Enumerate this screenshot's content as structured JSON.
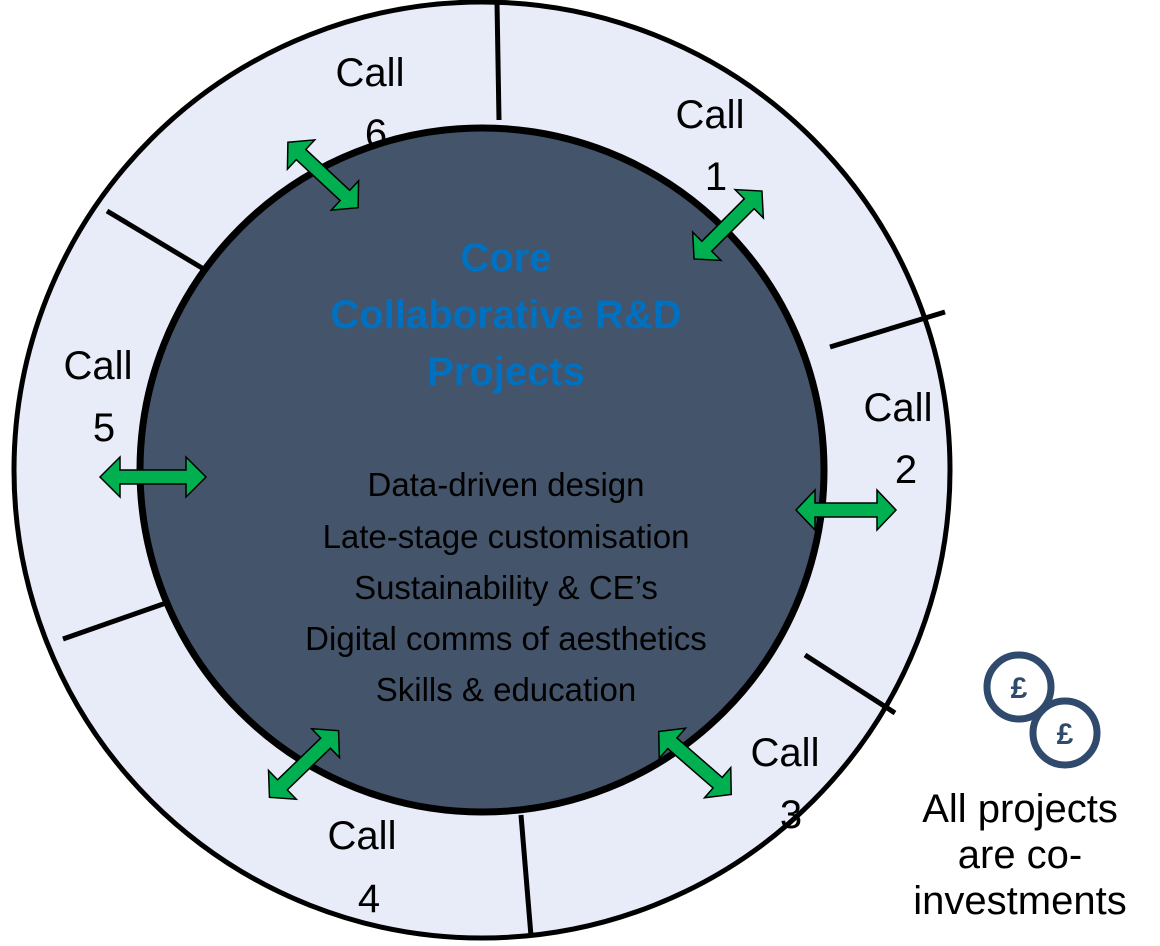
{
  "colors": {
    "ring_fill": "#e8ecf8",
    "core_fill": "#44546a",
    "core_title": "#0070c0",
    "arrow_fill": "#00b050",
    "outline": "#000000",
    "coin_stroke": "#2f4a6d"
  },
  "calls": [
    {
      "label": "Call",
      "number": "1"
    },
    {
      "label": "Call",
      "number": "2"
    },
    {
      "label": "Call",
      "number": "3"
    },
    {
      "label": "Call",
      "number": "4"
    },
    {
      "label": "Call",
      "number": "5"
    },
    {
      "label": "Call",
      "number": "6"
    }
  ],
  "core": {
    "title_lines": [
      "Core",
      "Collaborative R&D",
      "Projects"
    ],
    "topics": [
      "Data-driven design",
      "Late-stage customisation",
      "Sustainability & CE’s",
      "Digital comms of aesthetics",
      "Skills & education"
    ]
  },
  "note": {
    "icon": "coins-pound-icon",
    "currency_symbol": "£",
    "lines": [
      "All projects",
      "are co-",
      "investments"
    ]
  }
}
